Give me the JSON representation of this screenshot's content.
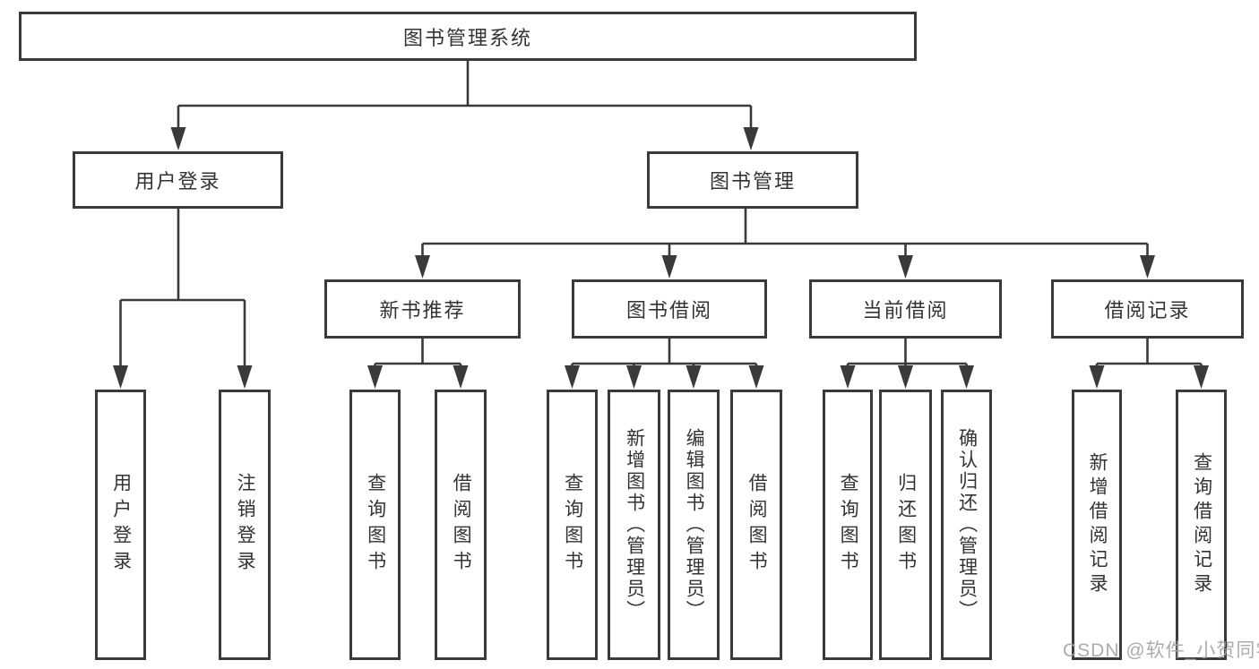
{
  "nodes": {
    "root": "图书管理系统",
    "user_login": "用户登录",
    "book_management": "图书管理",
    "new_book_recommend": "新书推荐",
    "book_borrow": "图书借阅",
    "current_borrow": "当前借阅",
    "borrow_records": "借阅记录",
    "leaves": {
      "user_login": "用户登录",
      "logout": "注销登录",
      "recommend_query_books": "查询图书",
      "recommend_borrow_books": "借阅图书",
      "borrow_query_books": "查询图书",
      "borrow_add_books": "新增图书（管理员）",
      "borrow_edit_books": "编辑图书（管理员）",
      "borrow_borrow_books": "借阅图书",
      "current_query_books": "查询图书",
      "current_return_books": "归还图书",
      "current_confirm_return": "确认归还（管理员）",
      "records_add_record": "新增借阅记录",
      "records_query_record": "查询借阅记录"
    }
  },
  "watermark": "CSDN @软件_小贺同学",
  "colors": {
    "line": "#3a3a3a",
    "text": "#333333",
    "watermark": "#a5a5a5",
    "background": "#ffffff"
  }
}
